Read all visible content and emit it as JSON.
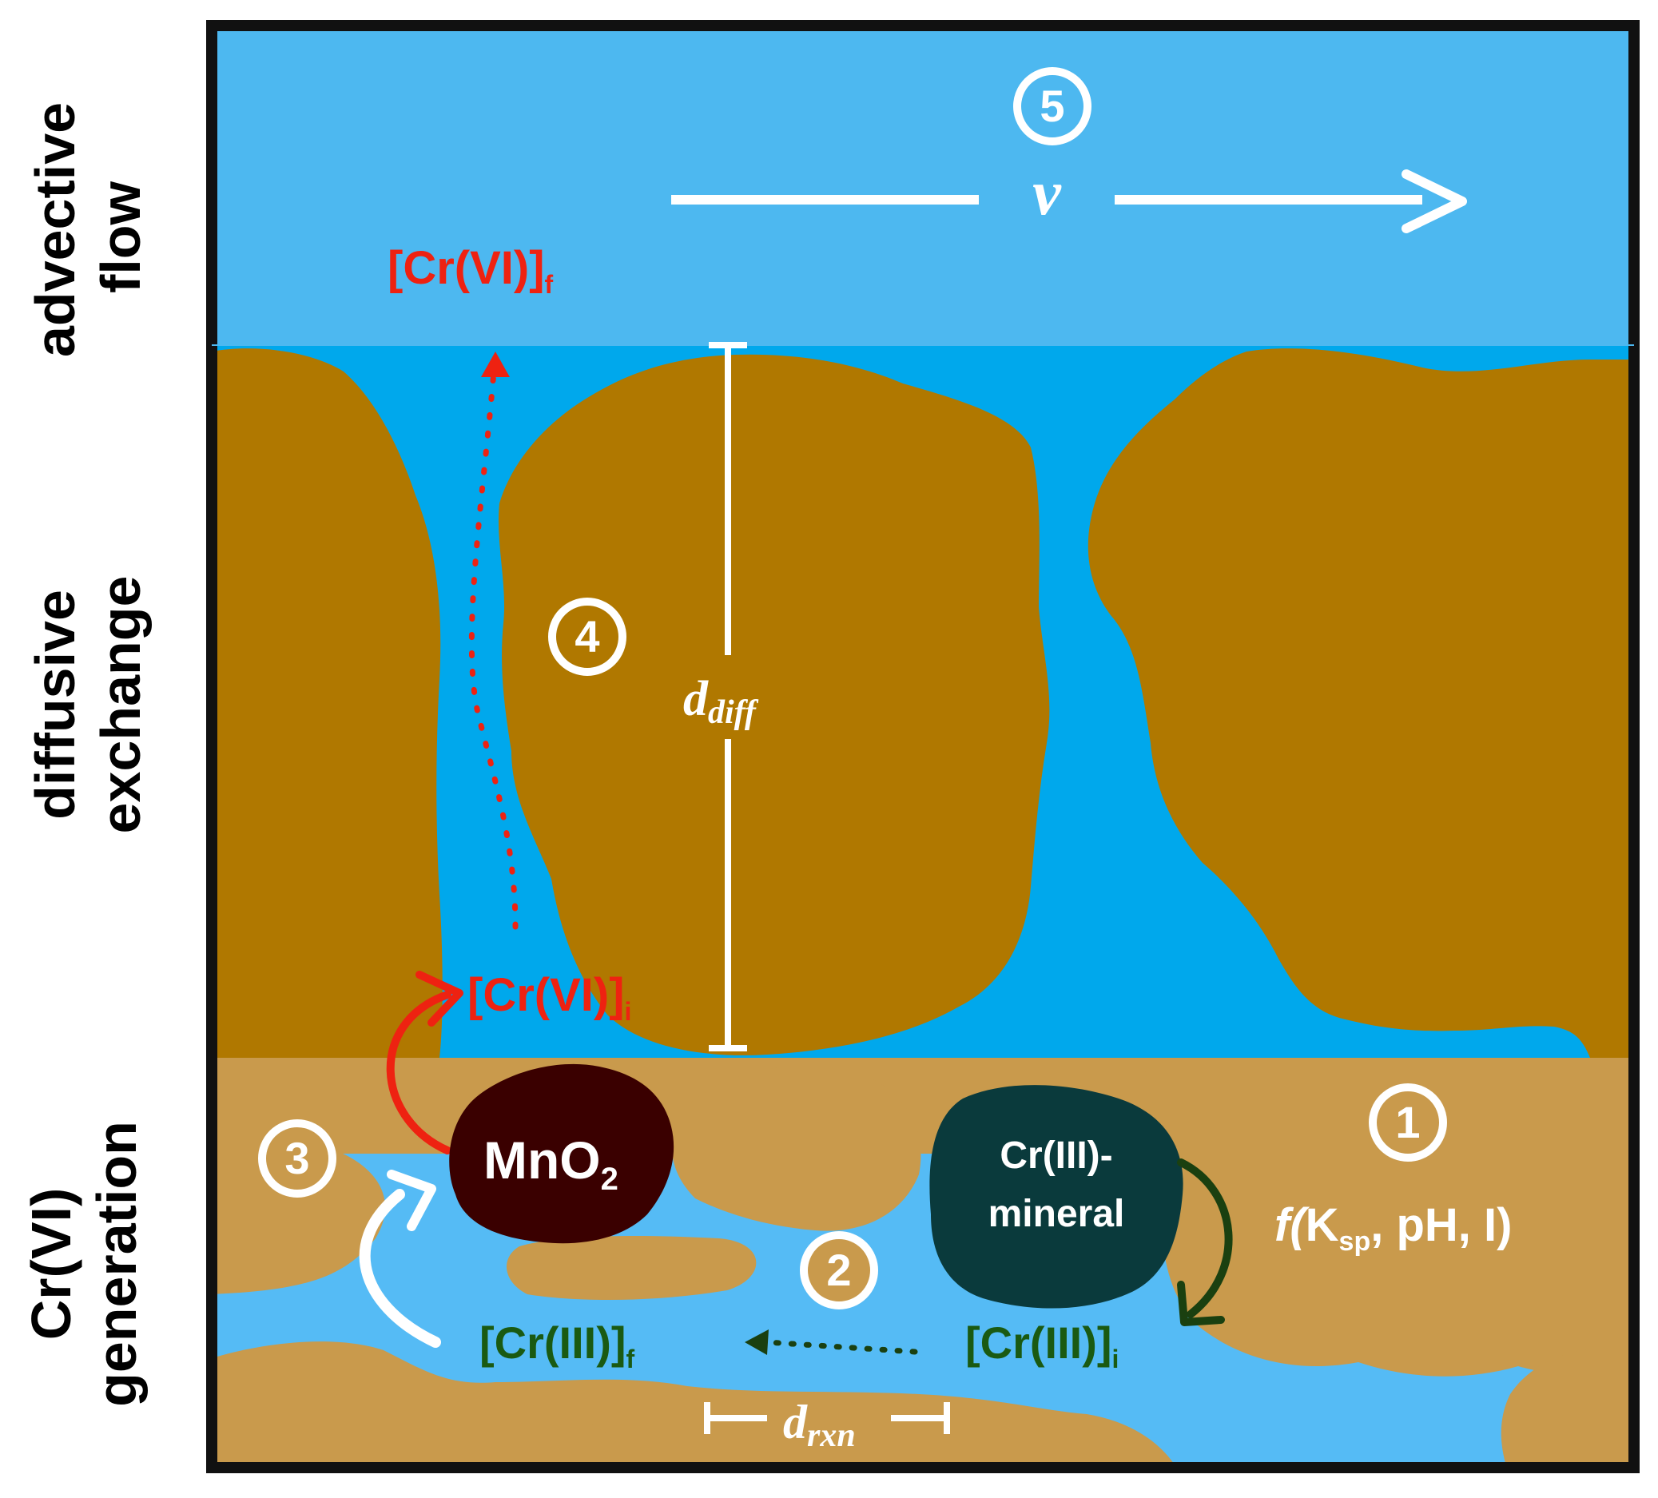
{
  "zones": {
    "top": "advective flow",
    "middle_line1": "diffusive",
    "middle_line2": "exchange",
    "bottom_line1": "Cr(VI)",
    "bottom_line2": "generation"
  },
  "steps": [
    "1",
    "2",
    "3",
    "4",
    "5"
  ],
  "labels": {
    "velocity": "v",
    "d_diff_main": "d",
    "d_diff_sub": "diff",
    "d_rxn_main": "d",
    "d_rxn_sub": "rxn",
    "crvi_f_main": "[Cr(VI)]",
    "crvi_f_sub": "f",
    "crvi_i_main": "[Cr(VI)]",
    "crvi_i_sub": "i",
    "criii_f_main": "[Cr(III)]",
    "criii_f_sub": "f",
    "criii_i_main": "[Cr(III)]",
    "criii_i_sub": "i",
    "mno2_main": "MnO",
    "mno2_sub": "2",
    "mineral_line1": "Cr(III)-",
    "mineral_line2": "mineral",
    "f_prefix": "f(",
    "f_ksp": "K",
    "f_ksp_sub": "sp",
    "f_rest": ", pH, I)"
  },
  "colors": {
    "water": "#4db8f0",
    "pore_water": "#00a8ec",
    "grain_dark": "#b07800",
    "grain_light": "#c99a4c",
    "mno2": "#3a0000",
    "mineral": "#0a3a3c",
    "crvi": "#ee2211",
    "criii": "#1a5a12",
    "outline": "#111111"
  }
}
